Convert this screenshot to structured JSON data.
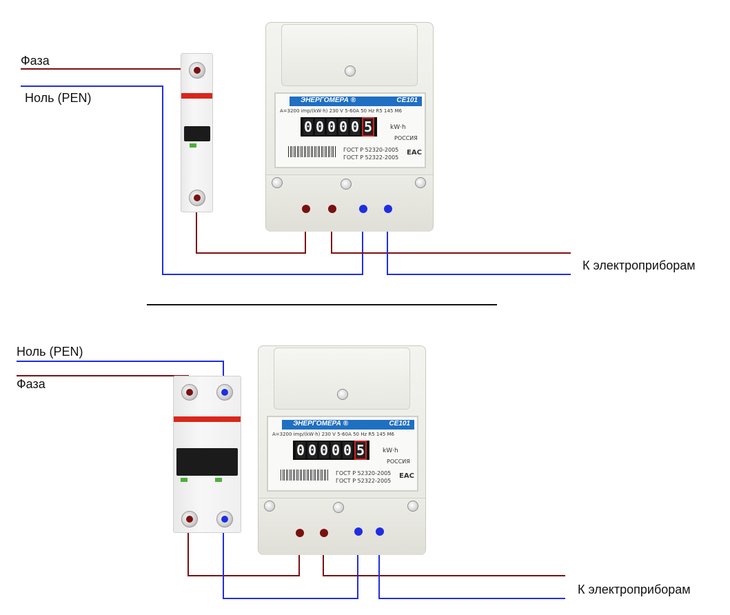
{
  "colors": {
    "phase": "#7a1010",
    "neutral": "#1f2ee0",
    "divider": "#111111",
    "meter_brand": "#1f6fc2"
  },
  "diagram_top": {
    "labels": {
      "phase": "Фаза",
      "neutral": "Ноль (PEN)",
      "to_appliances": "К электроприборам"
    }
  },
  "diagram_bottom": {
    "labels": {
      "neutral": "Ноль (PEN)",
      "phase": "Фаза",
      "to_appliances": "К электроприборам"
    }
  },
  "meter": {
    "brand": "ЭНЕРГОМЕРА ®",
    "model": "CE101",
    "spec_line": "A=3200 imp/(kW·h)  230 V  5-60A  50 Hz  R5 145 M6",
    "reading": [
      "0",
      "0",
      "0",
      "0",
      "0",
      "5"
    ],
    "unit": "kW·h",
    "country": "РОССИЯ",
    "gost1": "ГОСТ Р 52320-2005",
    "gost2": "ГОСТ Р 52322-2005",
    "mark": "EAC"
  }
}
